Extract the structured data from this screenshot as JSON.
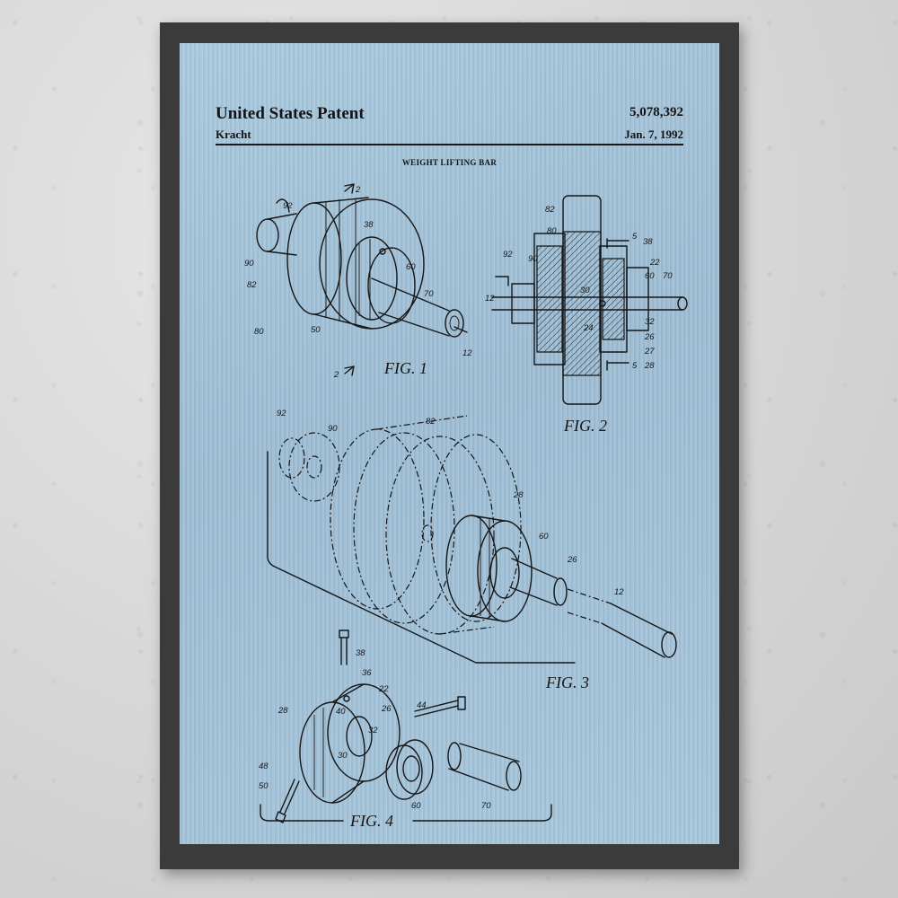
{
  "patent": {
    "title": "United States Patent",
    "inventor": "Kracht",
    "number": "5,078,392",
    "date": "Jan. 7, 1992",
    "invention_title": "WEIGHT LIFTING BAR"
  },
  "figures": {
    "fig1": "FIG. 1",
    "fig2": "FIG. 2",
    "fig3": "FIG. 3",
    "fig4": "FIG. 4"
  },
  "labels": {
    "l92": "92",
    "l90": "90",
    "l82": "82",
    "l80": "80",
    "l50": "50",
    "l38": "38",
    "l60": "60",
    "l70": "70",
    "l12": "12",
    "l2": "2",
    "l5": "5",
    "l22": "22",
    "l30": "30",
    "l24": "24",
    "l26": "26",
    "l27": "27",
    "l28": "28",
    "l32": "32",
    "l36": "36",
    "l40": "40",
    "l44": "44",
    "l48": "48"
  },
  "colors": {
    "frame": "#3a3b3a",
    "print_blue": "#a3c3d8",
    "ink": "#161616",
    "wall": "#d6d6d6"
  }
}
